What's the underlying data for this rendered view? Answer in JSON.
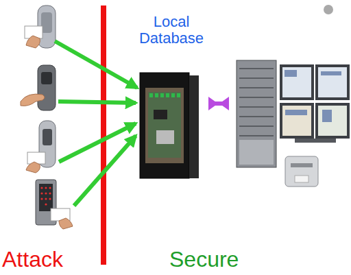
{
  "diagram": {
    "nodes": [
      {
        "text": [
          "Local Database"
        ]
      }
    ],
    "labels": [
      "Attack",
      "Secure"
    ]
  }
}
